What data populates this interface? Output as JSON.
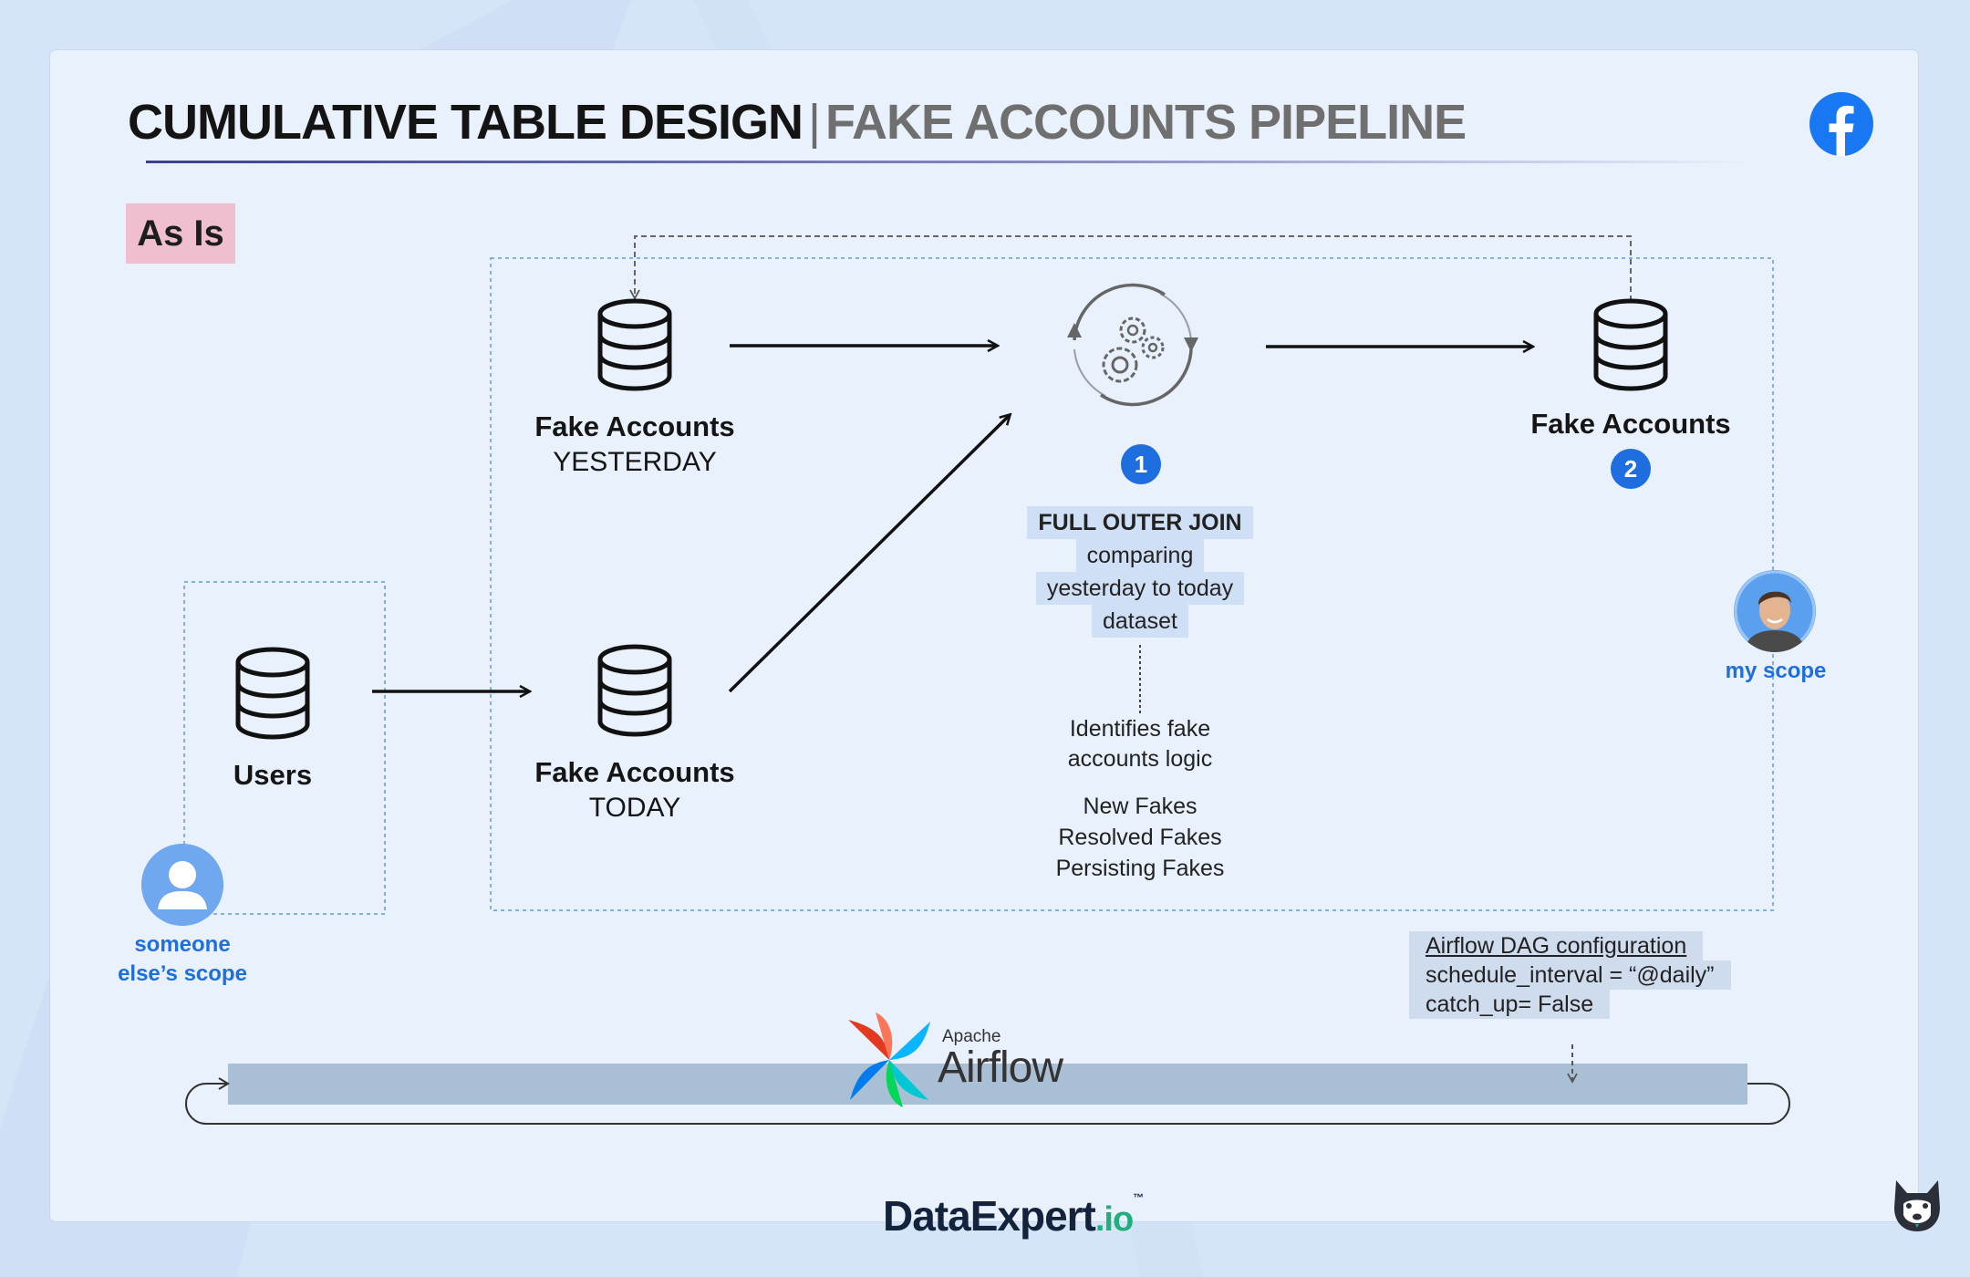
{
  "header": {
    "title_main": "CUMULATIVE TABLE DESIGN",
    "title_separator": "|",
    "title_sub": "FAKE ACCOUNTS PIPELINE",
    "brand_icon": "facebook-icon"
  },
  "status_tag": "As Is",
  "nodes": {
    "users": {
      "label": "Users"
    },
    "fake_yesterday": {
      "label": "Fake Accounts",
      "sublabel": "YESTERDAY"
    },
    "fake_today": {
      "label": "Fake Accounts",
      "sublabel": "TODAY"
    },
    "fake_output": {
      "label": "Fake Accounts",
      "badge": "2"
    },
    "process": {
      "badge": "1",
      "icon": "gears-cycle-icon"
    }
  },
  "join_box": {
    "line1": "FULL OUTER JOIN",
    "line2": "comparing",
    "line3": "yesterday to today",
    "line4": "dataset"
  },
  "logic": {
    "line1": "Identifies fake",
    "line2": "accounts logic"
  },
  "outcomes": [
    "New Fakes",
    "Resolved Fakes",
    "Persisting Fakes"
  ],
  "scopes": {
    "mine": "my scope",
    "other_line1": "someone",
    "other_line2": "else’s scope"
  },
  "airflow": {
    "apache": "Apache",
    "name": "Airflow",
    "config_title": "Airflow DAG configuration",
    "schedule": "schedule_interval = “@daily”",
    "catchup": "catch_up= False"
  },
  "footer": {
    "brand": "DataExpert",
    "brand_suffix": ".io",
    "tm": "™"
  },
  "colors": {
    "accent_blue": "#1f6ee0",
    "tag_pink": "#efbfd0",
    "card_bg": "#e9f1fc",
    "page_bg": "#d6e4f7"
  }
}
